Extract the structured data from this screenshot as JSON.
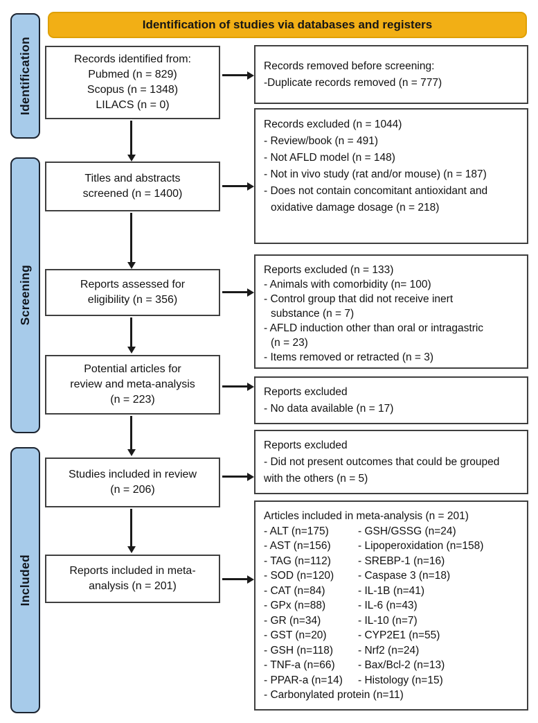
{
  "header": {
    "title": "Identification of studies via databases and registers"
  },
  "sidebar": {
    "identification": "Identification",
    "screening": "Screening",
    "included": "Included"
  },
  "left_boxes": {
    "records_identified": {
      "lines": [
        "Records identified from:",
        "Pubmed (n = 829)",
        "Scopus (n = 1348)",
        "LILACS (n = 0)"
      ]
    },
    "titles_screened": {
      "lines": [
        "Titles and abstracts",
        "screened (n = 1400)"
      ]
    },
    "reports_assessed": {
      "lines": [
        "Reports assessed for",
        "eligibility (n = 356)"
      ]
    },
    "potential_articles": {
      "lines": [
        "Potential articles for",
        "review and meta-analysis",
        "(n = 223)"
      ]
    },
    "studies_included": {
      "lines": [
        "Studies included in review",
        "(n = 206)"
      ]
    },
    "reports_included": {
      "lines": [
        "Reports included in meta-",
        "analysis (n = 201)"
      ]
    }
  },
  "right_boxes": {
    "removed_before_screening": {
      "title": "Records removed before screening:",
      "items": [
        "-Duplicate records removed (n = 777)"
      ]
    },
    "records_excluded": {
      "title": "Records excluded (n = 1044)",
      "items": [
        "- Review/book (n = 491)",
        "- Not AFLD model (n = 148)",
        "- Not in vivo study (rat and/or mouse) (n = 187)",
        "- Does not contain concomitant antioxidant and oxidative damage dosage (n = 218)"
      ]
    },
    "reports_excluded_eligibility": {
      "title": "Reports excluded (n = 133)",
      "items": [
        "- Animals with comorbidity (n= 100)",
        "- Control group that did not receive inert substance (n = 7)",
        "- AFLD induction other than oral or intragastric (n = 23)",
        "- Items removed or retracted (n = 3)"
      ]
    },
    "reports_excluded_no_data": {
      "title": "Reports excluded",
      "items": [
        "- No data available (n = 17)"
      ]
    },
    "reports_excluded_outcomes": {
      "title": "Reports excluded",
      "items": [
        "- Did not present outcomes that could be grouped with the others (n = 5)"
      ]
    },
    "meta_analysis": {
      "title": "Articles included in meta-analysis (n = 201)",
      "left_items": [
        "- ALT (n=175)",
        "- AST (n=156)",
        "- TAG (n=112)",
        "- SOD (n=120)",
        "- CAT (n=84)",
        "- GPx (n=88)",
        "- GR (n=34)",
        "- GST (n=20)",
        "- GSH (n=118)",
        "- TNF-a (n=66)",
        "- PPAR-a (n=14)"
      ],
      "right_items": [
        "- GSH/GSSG (n=24)",
        "- Lipoperoxidation (n=158)",
        "- SREBP-1 (n=16)",
        "- Caspase 3 (n=18)",
        "- IL-1B (n=41)",
        "- IL-6 (n=43)",
        "- IL-10 (n=7)",
        "- CYP2E1 (n=55)",
        "- Nrf2 (n=24)",
        "- Bax/Bcl-2 (n=13)",
        "- Histology (n=15)"
      ],
      "footer_item": "- Carbonylated protein (n=11)"
    }
  },
  "colors": {
    "header_bg": "#F2AF15",
    "header_border": "#DFA004",
    "sidebar_bg": "#A7CBEA",
    "sidebar_border": "#1C2430",
    "box_border": "#3F3F3F",
    "arrow": "#1A1A1A"
  }
}
